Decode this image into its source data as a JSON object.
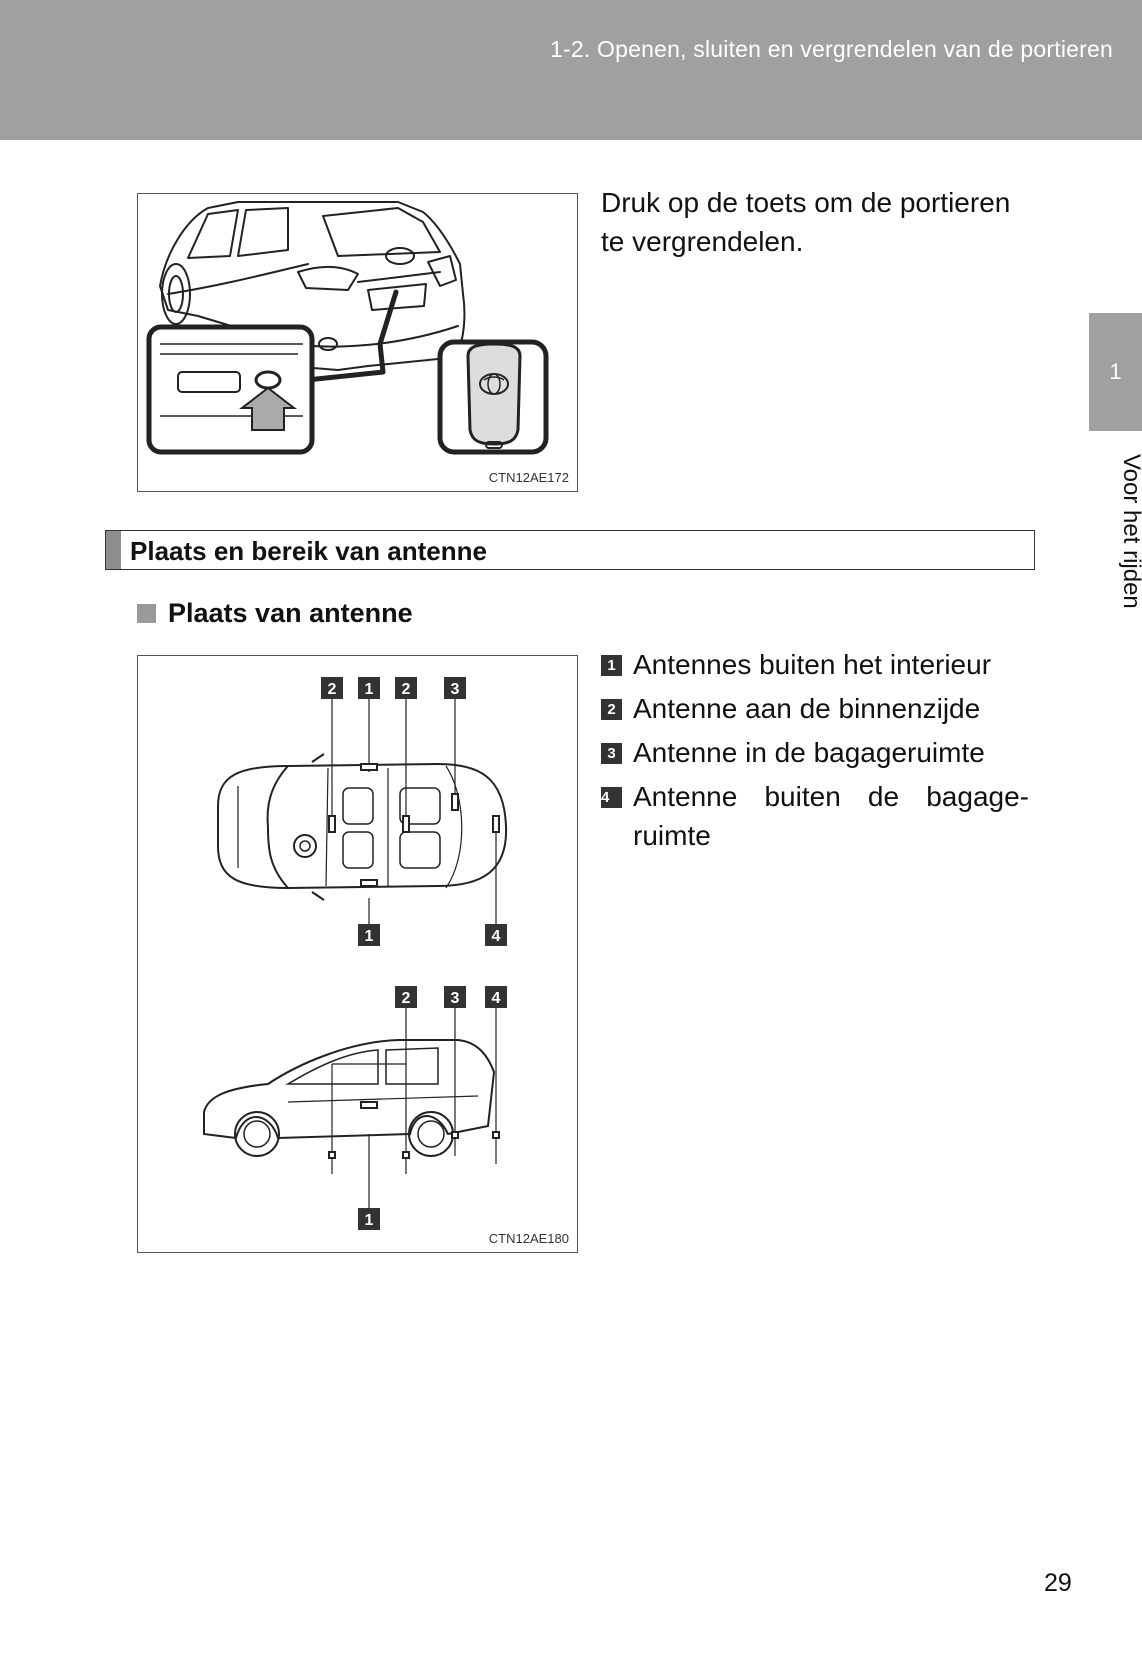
{
  "header": {
    "title": "1-2. Openen, sluiten en vergrendelen van de portieren"
  },
  "side_tab": {
    "number": "1",
    "label": "Voor het rijden"
  },
  "figure1": {
    "code": "CTN12AE172",
    "icon": "car-rear-and-smart-key-illustration"
  },
  "intro": {
    "text": "Druk op de toets om de portieren te vergrendelen."
  },
  "section": {
    "title": "Plaats en bereik van antenne"
  },
  "subsection": {
    "title": "Plaats van antenne"
  },
  "figure2": {
    "code": "CTN12AE180",
    "icon": "antenna-location-diagram",
    "top_view_labels_upper": [
      "2",
      "1",
      "2",
      "3"
    ],
    "top_view_labels_lower": [
      "1",
      "4"
    ],
    "side_view_labels_upper": [
      "2",
      "3",
      "4"
    ],
    "side_view_labels_lower": [
      "1"
    ]
  },
  "legend": [
    {
      "num": "1",
      "text": "Antennes buiten het interieur"
    },
    {
      "num": "2",
      "text": "Antenne aan de binnenzijde"
    },
    {
      "num": "3",
      "text": "Antenne in de bagageruimte"
    },
    {
      "num": "4",
      "text": "Antenne buiten de bagage-ruimte"
    }
  ],
  "page_number": "29"
}
